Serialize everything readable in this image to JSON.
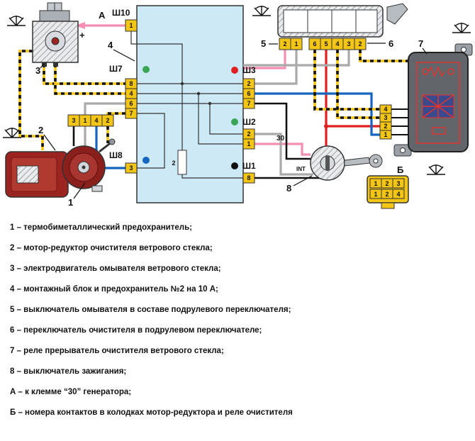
{
  "diagram": {
    "callout_a": "А",
    "callout_b": "Б",
    "plus": "+",
    "terminal_30": "30",
    "int_label": "INT",
    "fuse_label": "2",
    "callouts": {
      "n1": "1",
      "n2": "2",
      "n3": "3",
      "n4": "4",
      "n5": "5",
      "n6": "6",
      "n7": "7",
      "n8": "8"
    },
    "connectors": {
      "sh10": {
        "label": "Ш10",
        "pins": [
          "1"
        ]
      },
      "sh7": {
        "label": "Ш7",
        "pins": [
          "8",
          "4",
          "6",
          "7"
        ]
      },
      "sh8": {
        "label": "Ш8",
        "pins": [
          "3"
        ]
      },
      "sh3": {
        "label": "Ш3",
        "pins": [
          "2",
          "6",
          "7"
        ]
      },
      "sh2": {
        "label": "Ш2",
        "pins": [
          "2",
          "1"
        ]
      },
      "sh1": {
        "label": "Ш1",
        "pins": [
          "8"
        ]
      }
    },
    "column_switch_pins": {
      "washer": [
        "2",
        "1"
      ],
      "wiper": [
        "6",
        "5",
        "4",
        "3",
        "2"
      ]
    },
    "motor_connector_pins": [
      "3",
      "1",
      "4",
      "2"
    ],
    "relay_pins": [
      "4",
      "3",
      "2",
      "1"
    ],
    "b_connector": {
      "row1": [
        "1",
        "2",
        "3"
      ],
      "row2": [
        "1",
        "2",
        "4"
      ]
    },
    "dots": {
      "sh7": "#3aa655",
      "sh8": "#1565c0",
      "sh3": "#e02020",
      "sh2": "#3aa655",
      "sh1": "#111111"
    },
    "wire_colors": {
      "pink": "#f48fb1",
      "red": "#e02020",
      "blue": "#1565c0",
      "gray": "#a9a9a9",
      "black": "#111111",
      "hatch_yellow": "#f3c514"
    },
    "block_fill": "#cde9f6"
  },
  "legend": {
    "items": [
      "1 – термобиметаллический предохранитель;",
      "2 – мотор-редуктор очистителя ветрового стекла;",
      "3 – электродвигатель омывателя ветрового стекла;",
      "4 – монтажный блок  и предохранитель №2 на 10 А;",
      "5 – выключатель омывателя в составе подрулевого переключателя;",
      "6 – переключатель очистителя в подрулевом переключателе;",
      "7 – реле прерыватель очистителя ветрового стекла;",
      "8 – выключатель зажигания;",
      "А – к клемме “30” генератора;",
      "Б – номера контактов в колодках мотор-редуктора и реле очистителя"
    ]
  }
}
